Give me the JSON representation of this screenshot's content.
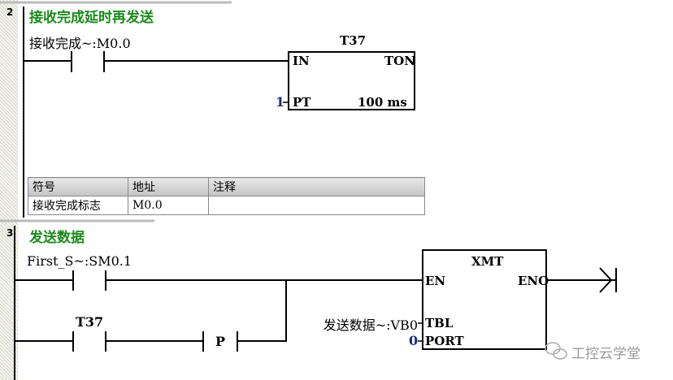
{
  "networks": [
    {
      "number": "2",
      "title": "接收完成延时再发送",
      "contact_label": "接收完成~:M0.0",
      "box": {
        "name": "T37",
        "type": "TON",
        "in": "IN",
        "pt": "PT",
        "pt_value": "1",
        "base": "100 ms"
      },
      "symbol_table": {
        "headers": [
          "符号",
          "地址",
          "注释"
        ],
        "rows": [
          [
            "接收完成标志",
            "M0.0",
            ""
          ]
        ]
      }
    },
    {
      "number": "3",
      "title": "发送数据",
      "contact1_label": "First_S~:SM0.1",
      "contact2_label": "T37",
      "pos_edge": "P",
      "box": {
        "name": "XMT",
        "en": "EN",
        "eno": "ENO",
        "tbl": "TBL",
        "port": "PORT",
        "tbl_value": "发送数据~:VB0",
        "port_value": "0"
      }
    }
  ],
  "watermark": "工控云学堂"
}
